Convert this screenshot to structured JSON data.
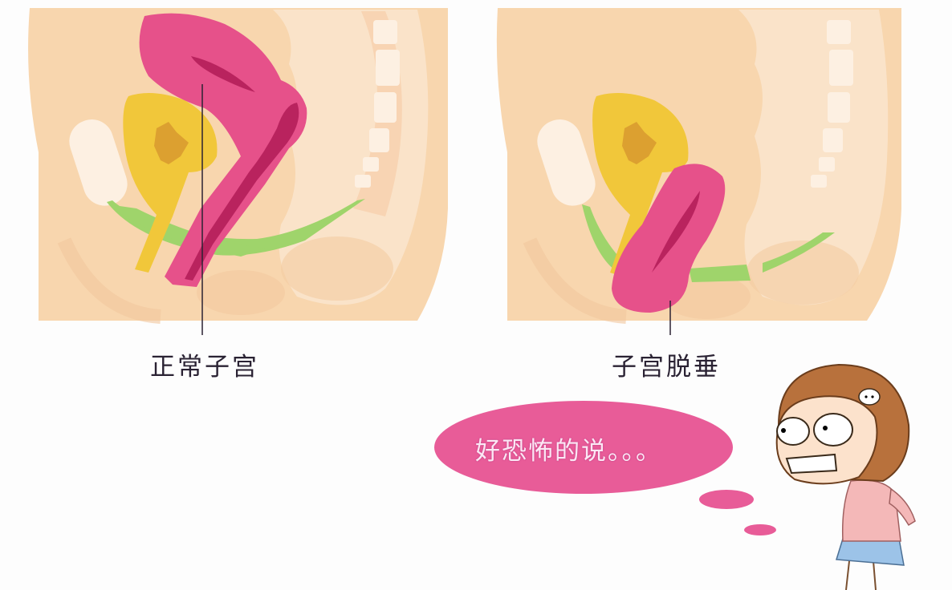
{
  "panels": [
    {
      "id": "normal",
      "label": "正常子宫",
      "description": "normal uterus position"
    },
    {
      "id": "prolapse",
      "label": "子宫脱垂",
      "description": "uterine prolapse"
    }
  ],
  "speech_bubble": {
    "text": "好恐怖的说。。。"
  },
  "character": {
    "description": "cartoon girl with scared expression"
  },
  "colors": {
    "skin_bg": "#f8d6ae",
    "skin_light": "#fbe5cc",
    "uterus": "#e6518a",
    "uterus_dark": "#b9235e",
    "bladder": "#f1c73a",
    "bladder_inner": "#dca030",
    "muscle": "#9fd46b",
    "bone": "#fdf0e2",
    "bubble": "#e85c98"
  }
}
